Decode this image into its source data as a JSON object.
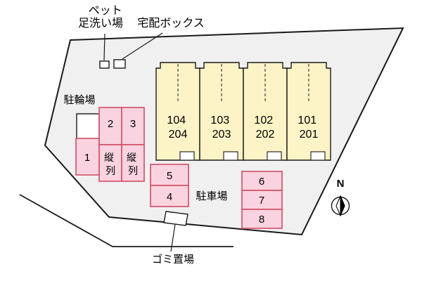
{
  "site_plan": {
    "top_labels": {
      "pet_wash_line1": "ペット",
      "pet_wash_line2": "足洗い場",
      "delivery_box": "宅配ボックス"
    },
    "labels": {
      "bicycle_parking": "駐輪場",
      "parking_lot": "駐車場",
      "garbage_area": "ゴミ置場",
      "north": "N"
    },
    "building_units": [
      {
        "line1": "104",
        "line2": "204"
      },
      {
        "line1": "103",
        "line2": "203"
      },
      {
        "line1": "102",
        "line2": "202"
      },
      {
        "line1": "101",
        "line2": "201"
      }
    ],
    "parking": {
      "space1": "1",
      "space2": "2",
      "space3": "3",
      "space4": "4",
      "space5": "5",
      "space6": "6",
      "space7": "7",
      "space8": "8",
      "tandem_char1": "縦",
      "tandem_char2": "列"
    },
    "colors": {
      "site_fill": "#f0f0f0",
      "building_fill": "#fcf3c6",
      "parking_fill": "#f9d3df",
      "parking_border": "#d4546e"
    }
  }
}
